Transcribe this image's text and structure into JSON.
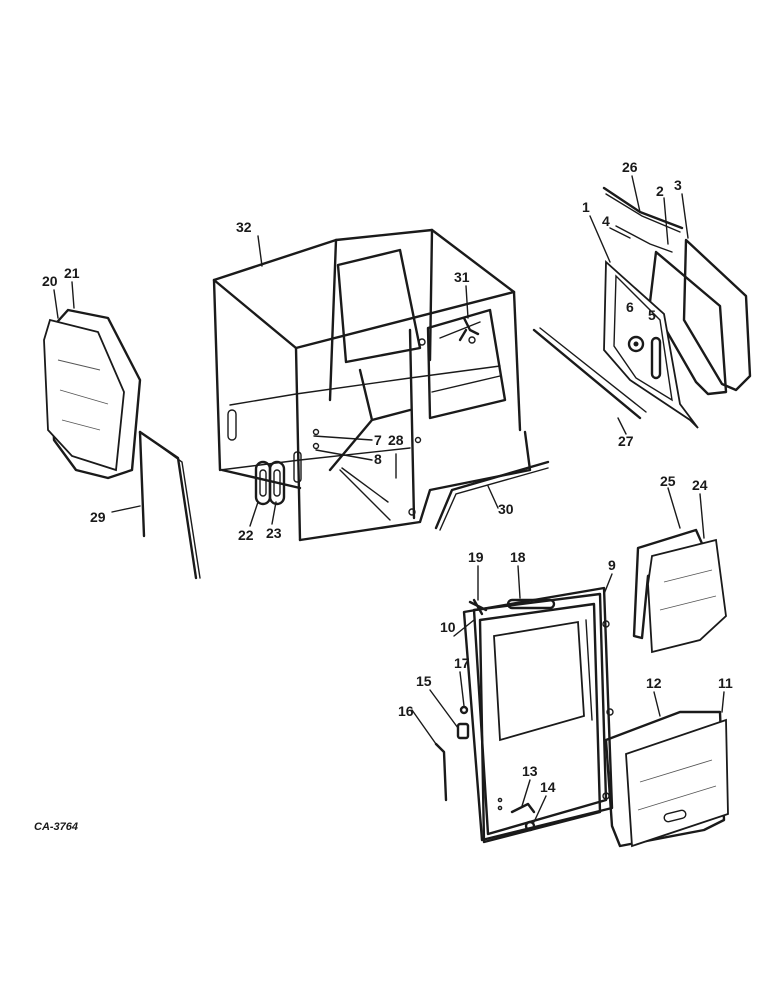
{
  "figure_code": "CA-3764",
  "callouts": [
    "32",
    "31",
    "7",
    "28",
    "8",
    "22",
    "23",
    "20",
    "21",
    "29",
    "30",
    "26",
    "3",
    "2",
    "1",
    "4",
    "6",
    "5",
    "27",
    "19",
    "18",
    "9",
    "10",
    "17",
    "15",
    "16",
    "13",
    "14",
    "25",
    "24",
    "12",
    "11"
  ]
}
